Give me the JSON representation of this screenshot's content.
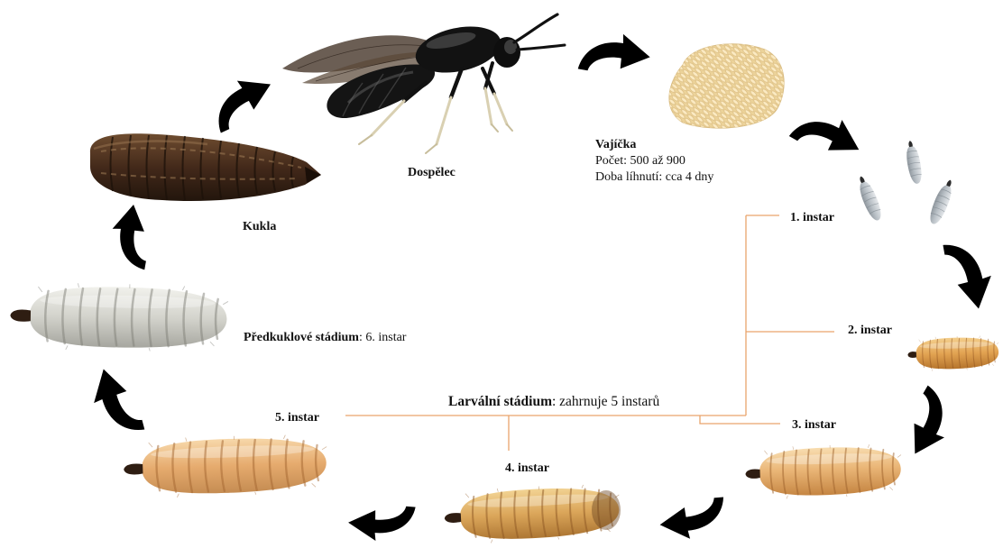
{
  "stages": {
    "adult": {
      "label": "Dospělec"
    },
    "eggs": {
      "label": "Vajíčka",
      "count": "Počet: 500 až 900",
      "hatching": "Doba líhnutí: cca 4 dny"
    },
    "pupa": {
      "label": "Kukla"
    },
    "prepupa": {
      "label": "Předkuklové stádium",
      "suffix": ": 6. instar"
    },
    "larval": {
      "label": "Larvální stádium",
      "suffix": ": zahrnuje 5 instarů"
    },
    "instars": [
      "1. instar",
      "2. instar",
      "3. instar",
      "4. instar",
      "5. instar"
    ]
  },
  "colors": {
    "connector": "#e9a46c",
    "arrow": "#000000",
    "text": "#111111"
  }
}
